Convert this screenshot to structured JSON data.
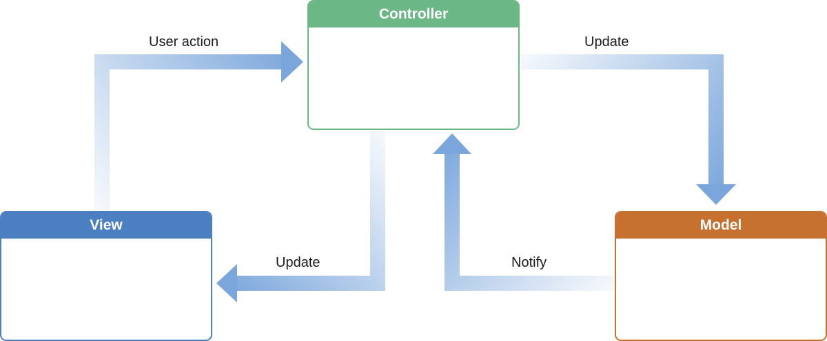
{
  "nodes": {
    "controller": {
      "title": "Controller",
      "color": "#6bb886"
    },
    "view": {
      "title": "View",
      "color": "#4c7fc2"
    },
    "model": {
      "title": "Model",
      "color": "#c6712f"
    }
  },
  "edges": {
    "user_action": {
      "label": "User action",
      "from": "View",
      "to": "Controller"
    },
    "update_model": {
      "label": "Update",
      "from": "Controller",
      "to": "Model"
    },
    "update_view": {
      "label": "Update",
      "from": "Controller",
      "to": "View"
    },
    "notify": {
      "label": "Notify",
      "from": "Model",
      "to": "Controller"
    }
  },
  "arrow_color": "#7aa6db"
}
